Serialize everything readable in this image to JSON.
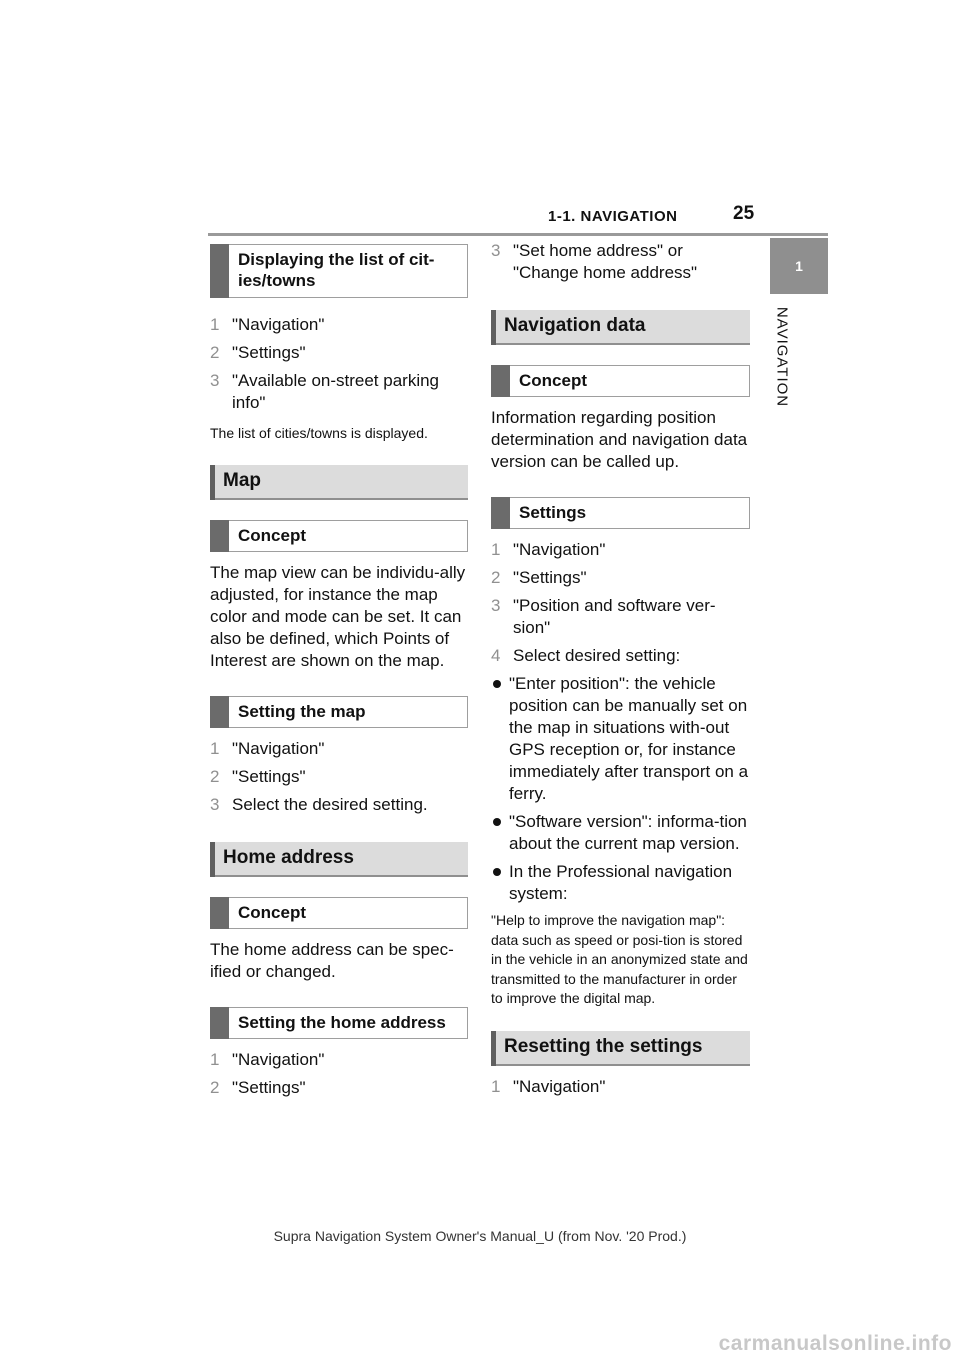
{
  "header": {
    "section": "1-1. NAVIGATION",
    "page": "25"
  },
  "side": {
    "tab": "1",
    "label": "NAVIGATION"
  },
  "left": {
    "cities_heading": "Displaying the list of cit-ies/towns",
    "cities_steps": [
      {
        "n": "1",
        "t": "\"Navigation\""
      },
      {
        "n": "2",
        "t": "\"Settings\""
      },
      {
        "n": "3",
        "t": "\"Available on-street parking info\""
      }
    ],
    "cities_note": "The list of cities/towns is displayed.",
    "map_heading": "Map",
    "map_concept_heading": "Concept",
    "map_concept_text": "The map view can be individu-ally adjusted, for instance the map color and mode can be set. It can also be defined, which Points of Interest are shown on the map.",
    "setting_map_heading": "Setting the map",
    "setting_map_steps": [
      {
        "n": "1",
        "t": "\"Navigation\""
      },
      {
        "n": "2",
        "t": "\"Settings\""
      },
      {
        "n": "3",
        "t": "Select the desired setting."
      }
    ],
    "home_heading": "Home address",
    "home_concept_heading": "Concept",
    "home_concept_text": "The home address can be spec-ified or changed.",
    "setting_home_heading": "Setting the home address",
    "setting_home_steps": [
      {
        "n": "1",
        "t": "\"Navigation\""
      },
      {
        "n": "2",
        "t": "\"Settings\""
      }
    ]
  },
  "right": {
    "home_step3": {
      "n": "3",
      "t": "\"Set home address\" or \"Change home address\""
    },
    "navdata_heading": "Navigation data",
    "navdata_concept_heading": "Concept",
    "navdata_concept_text": "Information regarding position determination and navigation data version can be called up.",
    "navdata_settings_heading": "Settings",
    "navdata_steps": [
      {
        "n": "1",
        "t": "\"Navigation\""
      },
      {
        "n": "2",
        "t": "\"Settings\""
      },
      {
        "n": "3",
        "t": "\"Position and software ver-sion\""
      },
      {
        "n": "4",
        "t": "Select desired setting:"
      }
    ],
    "bullets": [
      "\"Enter position\": the vehicle position can be manually set on the map in situations with-out GPS reception or, for instance immediately after transport on a ferry.",
      "\"Software version\": informa-tion about the current map version.",
      "In the Professional navigation system:"
    ],
    "professional_note": "\"Help to improve the navigation map\": data such as speed or posi-tion is stored in the vehicle in an anonymized state and transmitted to the manufacturer in order to improve the digital map.",
    "reset_heading": "Resetting the settings",
    "reset_steps": [
      {
        "n": "1",
        "t": "\"Navigation\""
      }
    ]
  },
  "footer": "Supra Navigation System Owner's Manual_U (from Nov. '20 Prod.)",
  "watermark": "carmanualsonline.info"
}
